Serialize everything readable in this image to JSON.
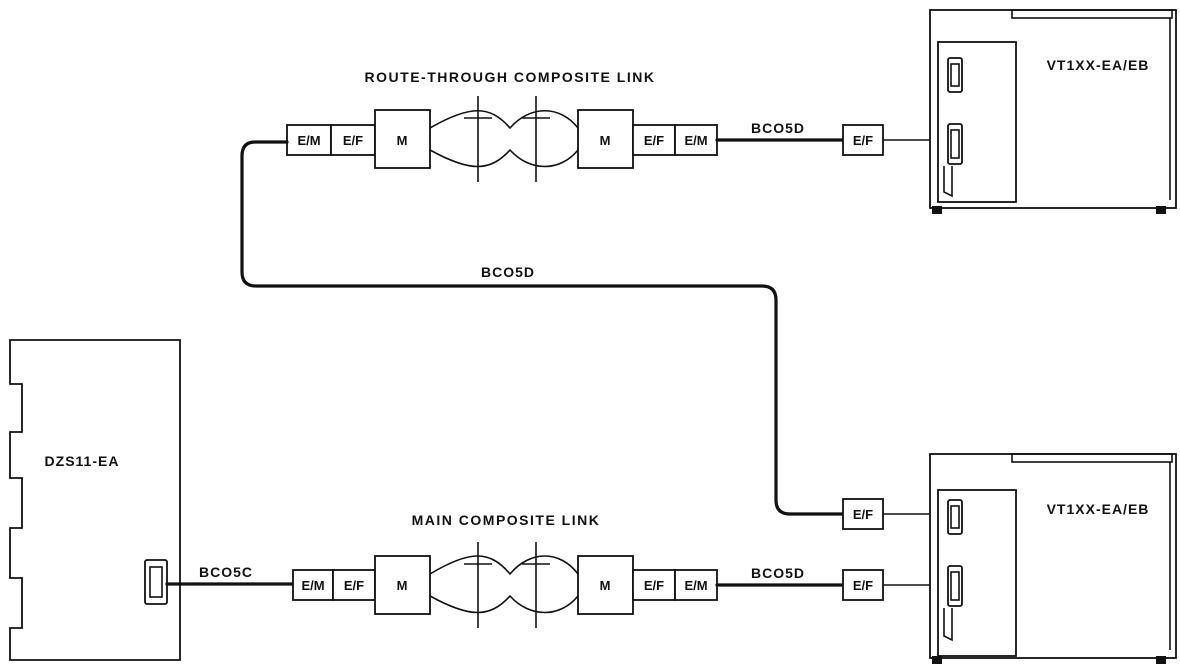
{
  "labels": {
    "route_through_title": "ROUTE-THROUGH COMPOSITE LINK",
    "main_title": "MAIN COMPOSITE LINK",
    "terminal_top": "VT1XX-EA/EB",
    "terminal_bottom": "VT1XX-EA/EB",
    "mux_host": "DZS11-EA",
    "cable_top_right": "BCO5D",
    "cable_middle": "BCO5D",
    "cable_bottom_left": "BCO5C",
    "cable_bottom_right": "BCO5D"
  },
  "connectors": {
    "em": "E/M",
    "ef": "E/F",
    "modem": "M"
  }
}
